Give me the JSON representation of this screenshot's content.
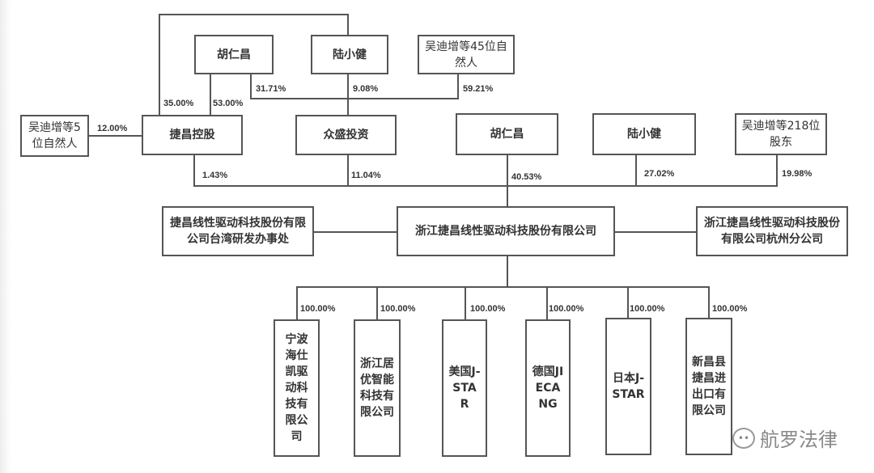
{
  "top_row": {
    "hu": "胡仁昌",
    "lu": "陆小健",
    "wu45": "吴迪增等45位自然人"
  },
  "top_pcts": {
    "p35": "35.00%",
    "p53": "53.00%",
    "p3171": "31.71%",
    "p908": "9.08%",
    "p5921": "59.21%",
    "p12": "12.00%"
  },
  "mid_row": {
    "wu5": "吴迪增等5位自然人",
    "jiechang_holding": "捷昌控股",
    "zhongsheng": "众盛投资",
    "hu": "胡仁昌",
    "lu": "陆小健",
    "wu218": "吴迪增等218位股东"
  },
  "mid_pcts": {
    "p143": "1.43%",
    "p1104": "11.04%",
    "p4053": "40.53%",
    "p2702": "27.02%",
    "p1998": "19.98%"
  },
  "main": {
    "company": "浙江捷昌线性驱动科技股份有限公司",
    "taiwan": "捷昌线性驱动科技股份有限公司台湾研发办事处",
    "hangzhou": "浙江捷昌线性驱动科技股份有限公司杭州分公司"
  },
  "subsidiaries": [
    {
      "name": "宁波海仕凯驱动科技有限公司",
      "pct": "100.00%"
    },
    {
      "name": "浙江居优智能科技有限公司",
      "pct": "100.00%"
    },
    {
      "name": "美国J-STAR",
      "pct": "100.00%"
    },
    {
      "name": "德国JIECANG",
      "pct": "100.00%"
    },
    {
      "name": "日本J-STAR",
      "pct": "100.00%"
    },
    {
      "name": "新昌县捷昌进出口有限公司",
      "pct": "100.00%"
    }
  ],
  "watermark": "航罗法律"
}
